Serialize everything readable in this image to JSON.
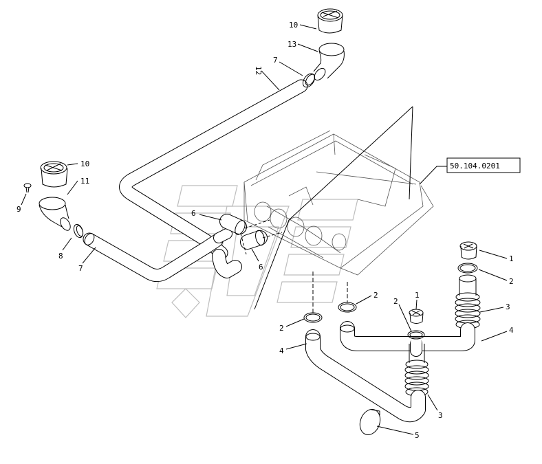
{
  "reference_box": "50.104.0201",
  "labels": {
    "p10_top": "10",
    "p13": "13",
    "p7_top": "7",
    "p12": "12",
    "p10_left": "10",
    "p11": "11",
    "p9": "9",
    "p8": "8",
    "p7_left": "7",
    "p6_a": "6",
    "p6_b": "6",
    "p1_right": "1",
    "p2_right": "2",
    "p3_right": "3",
    "p4_right": "4",
    "p2_mid_a": "2",
    "p2_mid_b": "2",
    "p1_mid": "1",
    "p2_left": "2",
    "p4_left": "4",
    "p3_bottom": "3",
    "p5": "5"
  },
  "colors": {
    "line": "#000000",
    "watermark": "#bdbdbd",
    "housing": "#555555"
  }
}
